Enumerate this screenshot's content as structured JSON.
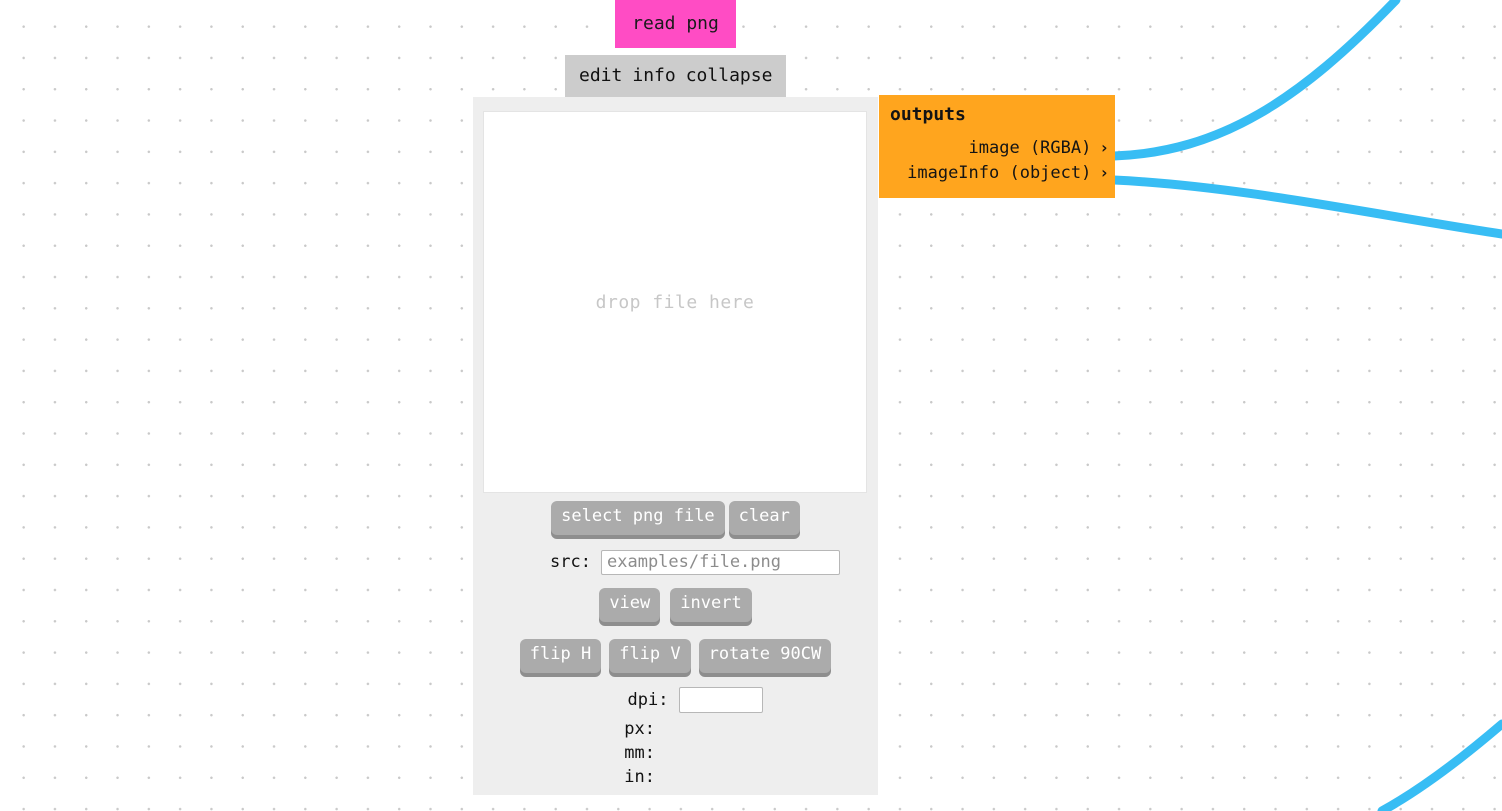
{
  "node": {
    "title": "read png",
    "title_color": "#ff4cc4",
    "menu": [
      {
        "label": "edit",
        "name": "edit"
      },
      {
        "label": "info",
        "name": "info"
      },
      {
        "label": "collapse",
        "name": "collapse"
      }
    ],
    "dropzone": {
      "placeholder": "drop file here"
    },
    "buttons": {
      "select_file": "select png file",
      "clear": "clear",
      "view": "view",
      "invert": "invert",
      "flip_h": "flip H",
      "flip_v": "flip V",
      "rotate_90cw": "rotate 90CW"
    },
    "fields": {
      "src_label": "src:",
      "src_value": "",
      "src_placeholder": "examples/file.png",
      "dpi_label": "dpi:",
      "dpi_value": "",
      "dpi_placeholder": ""
    },
    "readouts": [
      {
        "key": "px:",
        "value": ""
      },
      {
        "key": "mm:",
        "value": ""
      },
      {
        "key": "in:",
        "value": ""
      }
    ]
  },
  "outputs": {
    "heading": "outputs",
    "panel_color": "#ffa51e",
    "ports": [
      {
        "label": "image (RGBA)",
        "chevron": "›",
        "name": "image"
      },
      {
        "label": "imageInfo (object)",
        "chevron": "›",
        "name": "imageInfo"
      }
    ]
  },
  "canvas": {
    "edge_color": "#38bdf4",
    "dot_color": "#c9c9c9",
    "background": "#ffffff"
  }
}
